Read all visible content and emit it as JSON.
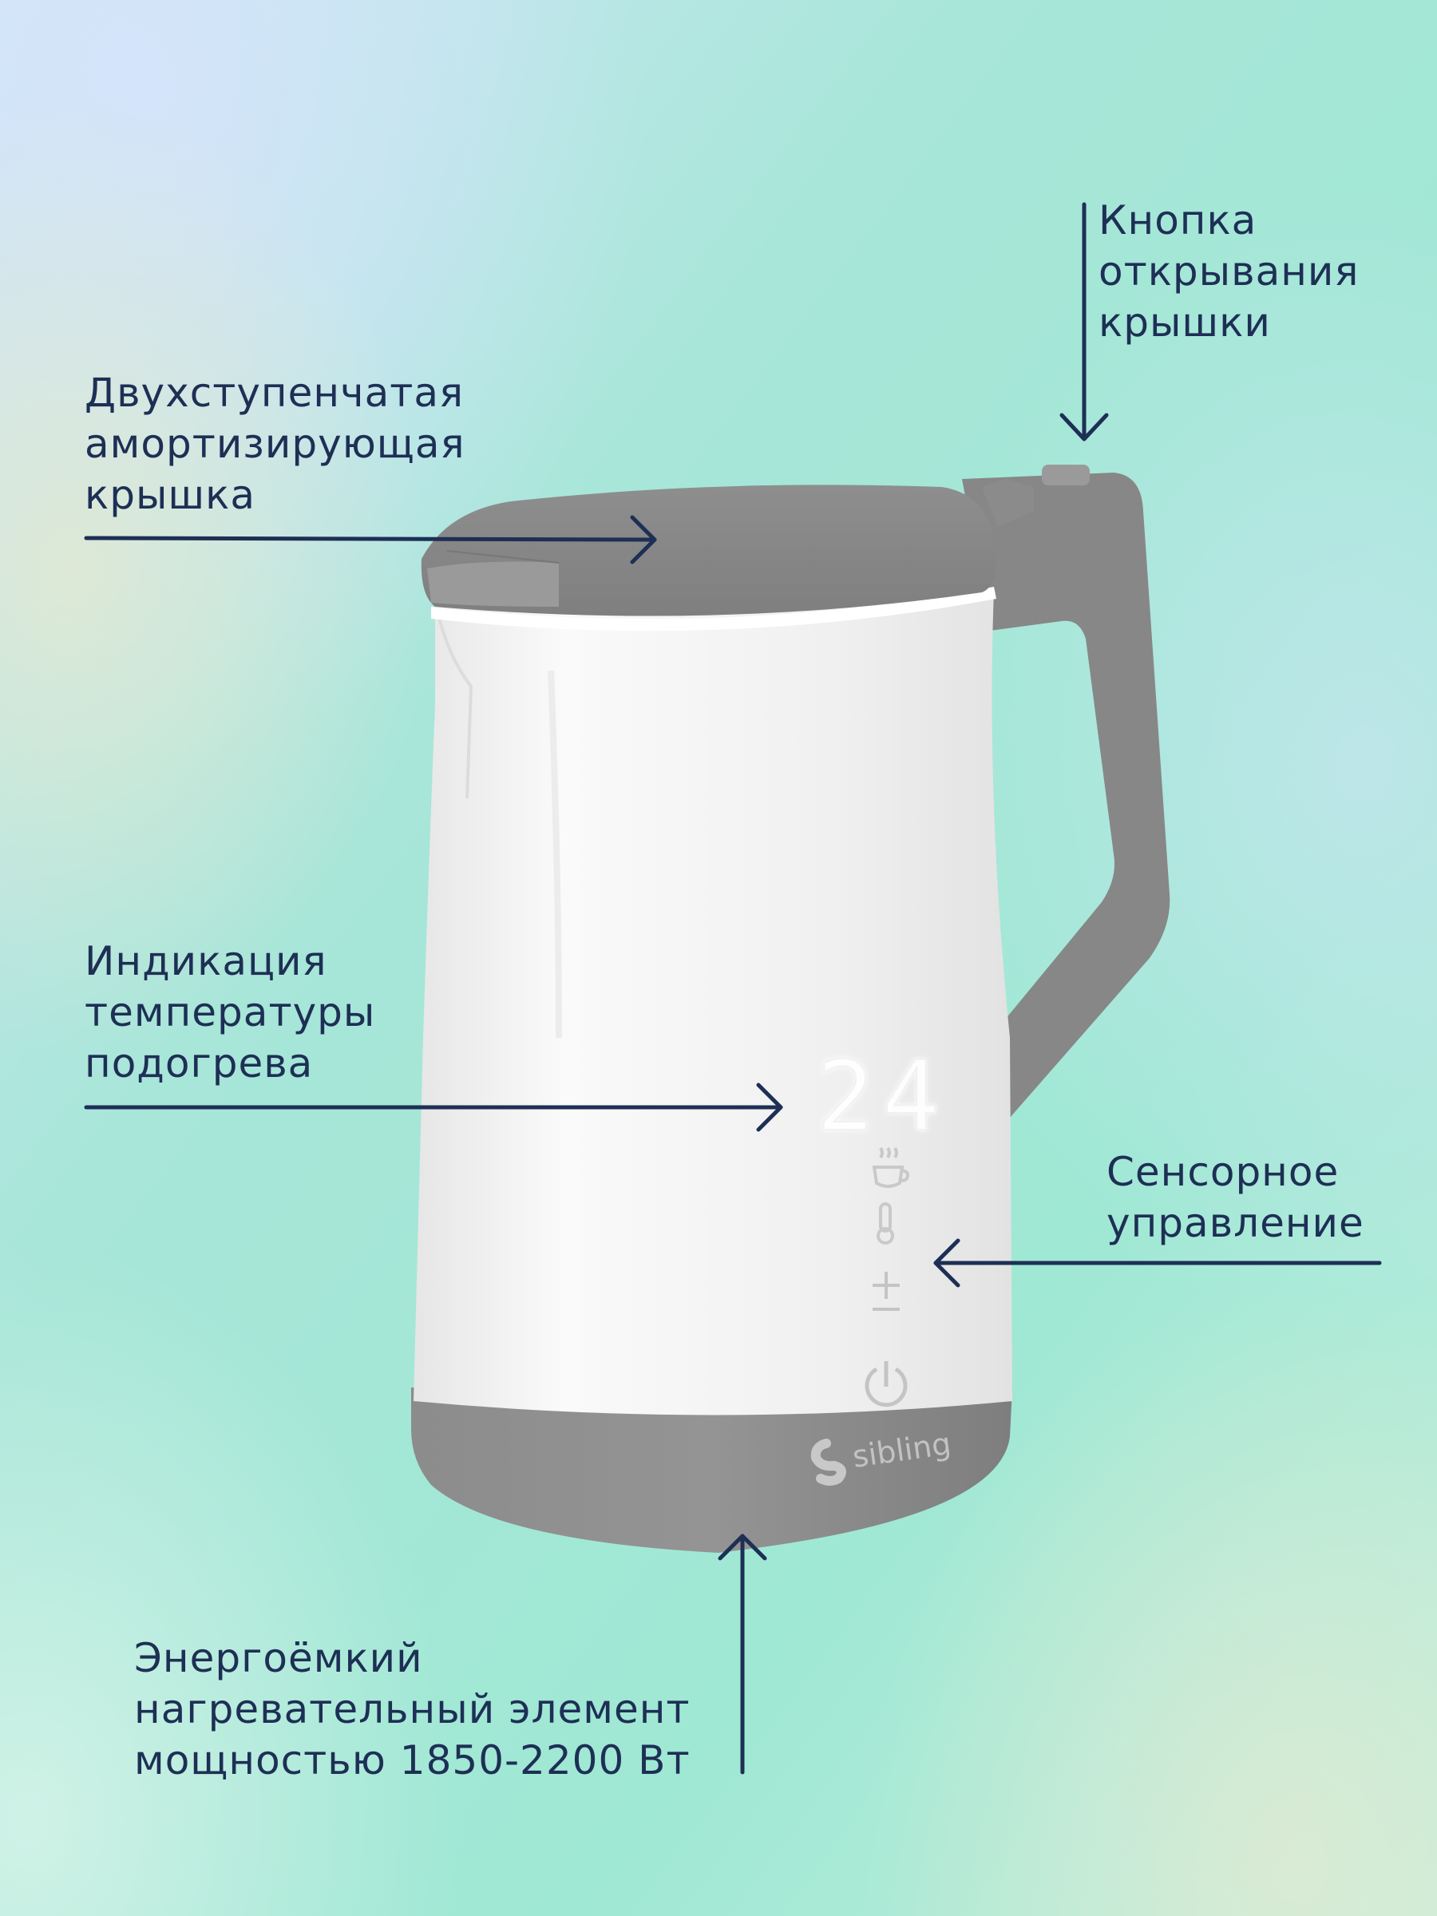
{
  "callouts": {
    "lid_button": "Кнопка\nоткрывания\nкрышки",
    "lid": "Двухступенчатая\nамортизирующая\nкрышка",
    "temperature": "Индикация\nтемпературы\nподогрева",
    "touch_control": "Сенсорное\nуправление",
    "heater": "Энергоёмкий\nнагревательный элемент\nмощностью 1850-2200 Вт"
  },
  "display": {
    "temperature_value": "24"
  },
  "brand": {
    "name": "sibling"
  },
  "icons": [
    "cup-icon",
    "thermometer-icon",
    "plus-minus-icon",
    "power-icon",
    "brand-logo-icon"
  ],
  "colors": {
    "text": "#1e2f55",
    "arrow": "#1e2f55",
    "kettle_body": "#f3f3f3",
    "kettle_grey": "#8a8a8a"
  }
}
